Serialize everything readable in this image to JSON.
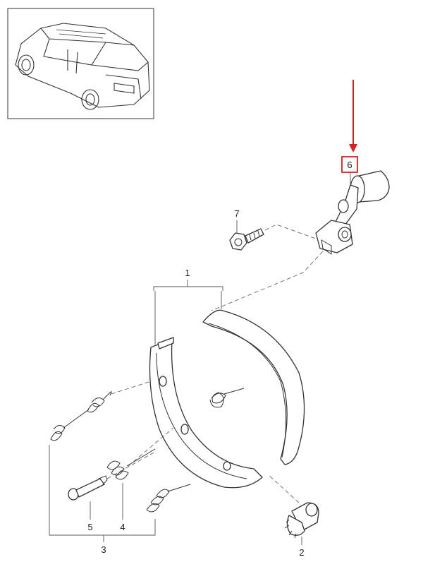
{
  "callouts": {
    "p1": "1",
    "p2": "2",
    "p3": "3",
    "p4": "4",
    "p5": "5",
    "p6": "6",
    "p7": "7"
  },
  "highlight": {
    "color": "#d9201f",
    "part": "6"
  }
}
